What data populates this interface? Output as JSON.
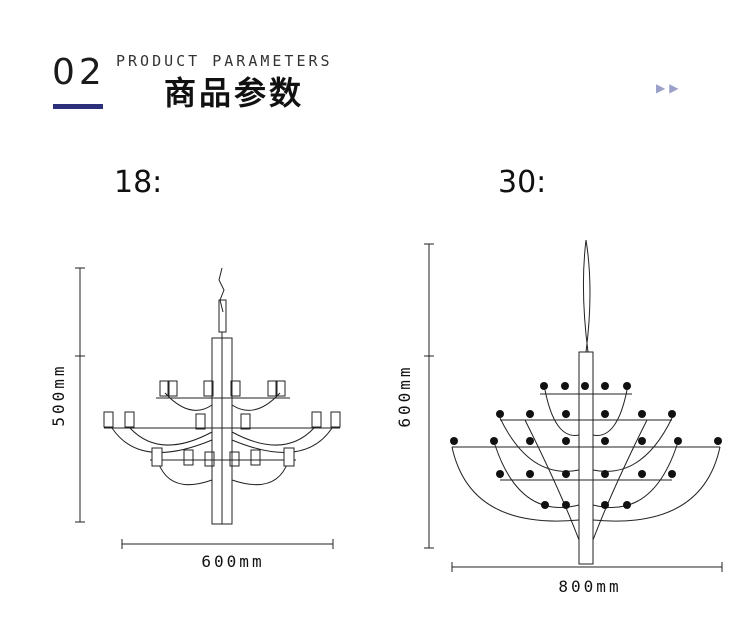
{
  "header": {
    "section_number": "02",
    "title_en": "PRODUCT PARAMETERS",
    "title_cn": "商品参数",
    "arrows": "▶▶"
  },
  "models": [
    {
      "label": "18:",
      "height": "500mm",
      "width": "600mm"
    },
    {
      "label": "30:",
      "height": "600mm",
      "width": "800mm"
    }
  ],
  "colors": {
    "accent": "#2c2f7a",
    "arrow": "#9aa0c8",
    "ink": "#111111"
  }
}
